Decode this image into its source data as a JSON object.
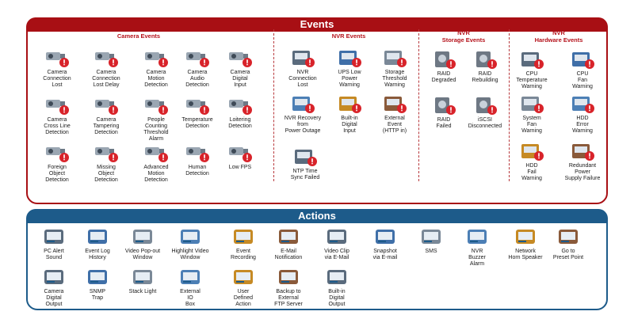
{
  "events": {
    "title": "Events",
    "sections": {
      "camera": "Camera Events",
      "nvr": "NVR Events",
      "nvr_storage": "NVR\nStorage Events",
      "nvr_hardware": "NVR\nHardware Events"
    },
    "camera_items": [
      {
        "label": "Camera\nConnection\nLost",
        "icon": "camera-disconnect-icon"
      },
      {
        "label": "Camera\nConnection\nLost Delay",
        "icon": "camera-timer-icon"
      },
      {
        "label": "Camera\nMotion\nDetection",
        "icon": "motion-detection-icon"
      },
      {
        "label": "Camera\nAudio\nDetection",
        "icon": "audio-detection-icon"
      },
      {
        "label": "Camera\nDigital\nInput",
        "icon": "digital-input-icon"
      },
      {
        "label": "Camera\nCross Line\nDetection",
        "icon": "cross-line-icon"
      },
      {
        "label": "Camera\nTampering\nDetection",
        "icon": "tampering-icon"
      },
      {
        "label": "People\nCounting\nThreshold\nAlarm",
        "icon": "people-counting-icon"
      },
      {
        "label": "Temperature\nDetection",
        "icon": "temperature-icon"
      },
      {
        "label": "Loitering\nDetection",
        "icon": "loitering-icon"
      },
      {
        "label": "Foreign\nObject\nDetection",
        "icon": "foreign-object-icon"
      },
      {
        "label": "Missing\nObject\nDetection",
        "icon": "missing-object-icon"
      },
      {
        "label": "Advanced\nMotion\nDetection",
        "icon": "advanced-motion-icon"
      },
      {
        "label": "Human\nDetection",
        "icon": "human-detection-icon"
      },
      {
        "label": "Low FPS",
        "icon": "low-fps-gauge-icon"
      }
    ],
    "nvr_items": [
      {
        "label": "NVR\nConnection\nLost",
        "icon": "nvr-disconnect-icon"
      },
      {
        "label": "UPS Low\nPower\nWarning",
        "icon": "ups-battery-icon"
      },
      {
        "label": "Storage\nThreshold\nWarning",
        "icon": "storage-threshold-icon"
      },
      {
        "label": "NVR Recovery\nfrom\nPower Outage",
        "icon": "power-recovery-icon"
      },
      {
        "label": "Built-in\nDigital\nInput",
        "icon": "builtin-input-icon"
      },
      {
        "label": "External\nEvent\n(HTTP in)",
        "icon": "external-event-icon"
      },
      {
        "label": "NTP Time\nSync Failed",
        "icon": "ntp-clock-icon"
      }
    ],
    "storage_items": [
      {
        "label": "RAID\nDegraded",
        "icon": "raid-degraded-icon"
      },
      {
        "label": "RAID\nRebuilding",
        "icon": "raid-rebuilding-icon"
      },
      {
        "label": "RAID\nFailed",
        "icon": "raid-failed-icon"
      },
      {
        "label": "iSCSI\nDisconnected",
        "icon": "iscsi-icon"
      }
    ],
    "hardware_items": [
      {
        "label": "CPU\nTemperature\nWarning",
        "icon": "cpu-temperature-icon"
      },
      {
        "label": "CPU\nFan\nWarning",
        "icon": "cpu-fan-icon"
      },
      {
        "label": "System\nFan\nWarning",
        "icon": "system-fan-icon"
      },
      {
        "label": "HDD\nError\nWarning",
        "icon": "hdd-error-icon"
      },
      {
        "label": "HDD\nFail\nWarning",
        "icon": "hdd-fail-icon"
      },
      {
        "label": "Redundant\nPower\nSupply Failure",
        "icon": "power-supply-icon"
      }
    ]
  },
  "actions": {
    "title": "Actions",
    "items": [
      {
        "label": "PC Alert\nSound",
        "icon": "speaker-icon"
      },
      {
        "label": "Event Log\nHistory",
        "icon": "event-log-icon"
      },
      {
        "label": "Video Pop-out\nWindow",
        "icon": "video-popout-icon"
      },
      {
        "label": "Highlight Video\nWindow",
        "icon": "highlight-video-icon"
      },
      {
        "label": "Event\nRecording",
        "icon": "film-icon"
      },
      {
        "label": "E-Mail\nNotification",
        "icon": "email-icon"
      },
      {
        "label": "Video Clip\nvia E-Mail",
        "icon": "video-email-icon"
      },
      {
        "label": "Snapshot\nvia E-mail",
        "icon": "snapshot-email-icon"
      },
      {
        "label": "SMS",
        "icon": "sms-phone-icon"
      },
      {
        "label": "NVR\nBuzzer\nAlarm",
        "icon": "buzzer-icon"
      },
      {
        "label": "Network\nHorn Speaker",
        "icon": "horn-speaker-icon"
      },
      {
        "label": "Go to\nPreset Point",
        "icon": "preset-point-icon"
      },
      {
        "label": "Camera\nDigital\nOutput",
        "icon": "camera-output-icon"
      },
      {
        "label": "SNMP\nTrap",
        "icon": "snmp-icon"
      },
      {
        "label": "Stack Light",
        "icon": "stack-light-icon"
      },
      {
        "label": "External\nIO\nBox",
        "icon": "io-box-icon"
      },
      {
        "label": "User\nDefined\nAction",
        "icon": "user-action-icon"
      },
      {
        "label": "Backup to\nExternal\nFTP Server",
        "icon": "ftp-backup-icon"
      },
      {
        "label": "Built-in\nDigital\nOutput",
        "icon": "builtin-output-icon"
      }
    ]
  },
  "colors": {
    "events_accent": "#a80f14",
    "actions_accent": "#1d5b8a",
    "alert_red": "#d8232a"
  }
}
